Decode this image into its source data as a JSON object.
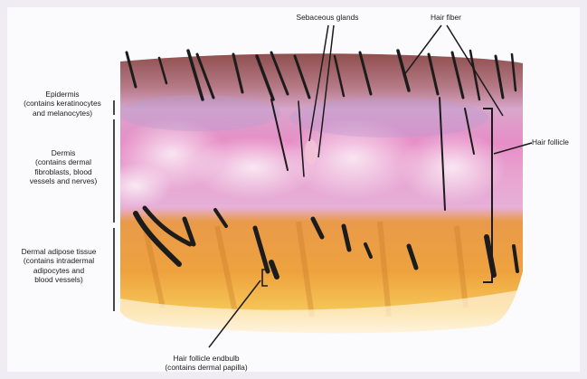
{
  "diagram": {
    "title": "",
    "photo": {
      "description_icon": "skin-cross-section-photo",
      "colors": {
        "epidermis": "#9a5a5a",
        "dermis_top": "#c8a0c8",
        "dermis_pink": "#e690c8",
        "adipose_top": "#e89a3a",
        "adipose_bottom": "#f6c85a",
        "hair": "#1c1c1c",
        "edge": "#fff6e8"
      }
    },
    "labels": {
      "sebaceous_glands": "Sebaceous glands",
      "hair_fiber": "Hair fiber",
      "epidermis": "Epidermis\n(contains keratinocytes\nand melanocytes)",
      "dermis": "Dermis\n(contains dermal\nfibroblasts, blood\nvessels and nerves)",
      "hair_follicle": "Hair follicle",
      "dermal_adipose": "Dermal adipose tissue\n(contains intradermal\nadipocytes and\nblood vessels)",
      "endbulb": "Hair follicle endbulb\n(contains dermal papilla)"
    }
  }
}
